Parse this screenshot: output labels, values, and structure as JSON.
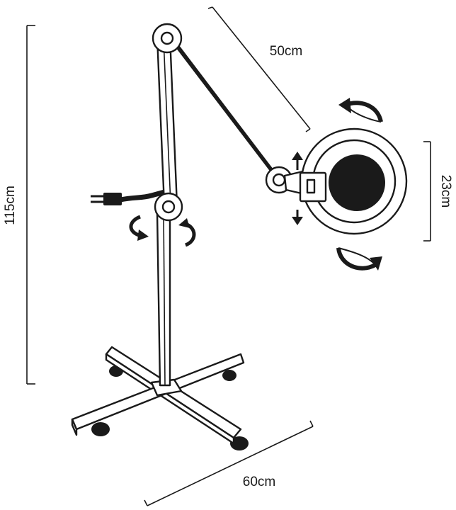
{
  "dimensions": {
    "height": "115cm",
    "arm_length": "50cm",
    "lens_diameter": "23cm",
    "base_width": "60cm"
  },
  "colors": {
    "stroke": "#1a1a1a",
    "background": "#ffffff"
  },
  "icons": {
    "head_rotation": "rotate-arrows-icon",
    "tilt": "up-down-arrows-icon",
    "column_rotation": "rotate-arrows-icon",
    "power": "plug-icon"
  }
}
